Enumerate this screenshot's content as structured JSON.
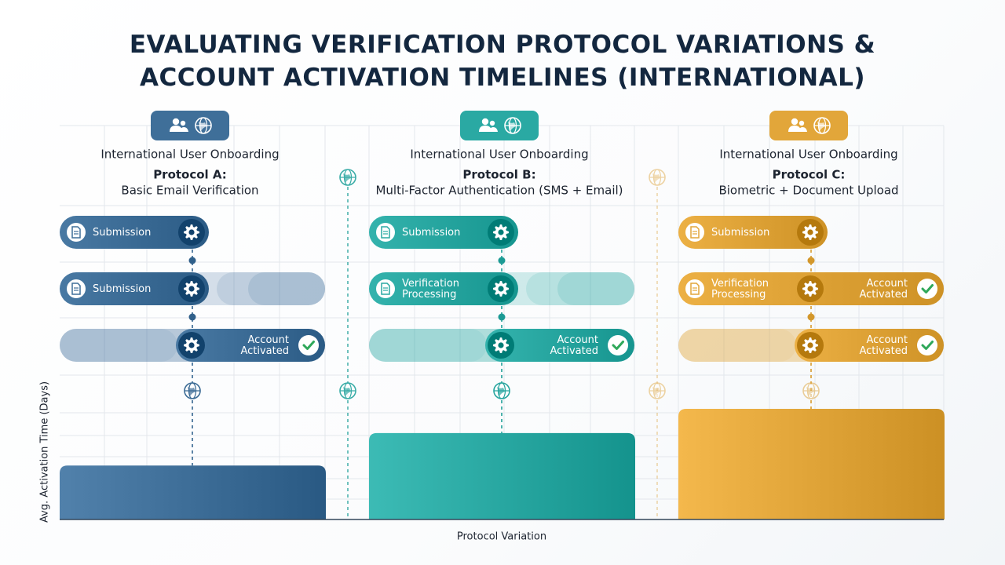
{
  "title": {
    "line1": "EVALUATING VERIFICATION PROTOCOL VARIATIONS &",
    "line2": "ACCOUNT ACTIVATION TIMELINES (INTERNATIONAL)"
  },
  "colors": {
    "protocol_a": "#3f6f99",
    "protocol_b": "#2aa9a3",
    "protocol_c": "#e2a63a",
    "text": "#1d2430",
    "grid": "#e3e7ec"
  },
  "icons": {
    "header_badge": [
      "users-icon",
      "globe-icon"
    ],
    "step": [
      "document-icon",
      "gear-icon",
      "check-icon"
    ],
    "connector": "globe-icon"
  },
  "protocols": [
    {
      "header": "International User Onboarding",
      "name": "Protocol A:",
      "method": "Basic Email Verification",
      "steps": [
        {
          "label": "Submission",
          "align": "left"
        },
        {
          "label": "Submission",
          "align": "left"
        },
        {
          "label": "Account\nActivated",
          "align": "right"
        }
      ]
    },
    {
      "header": "International User Onboarding",
      "name": "Protocol B:",
      "method": "Multi-Factor Authentication (SMS + Email)",
      "steps": [
        {
          "label": "Submission",
          "align": "left"
        },
        {
          "label": "Verification\nProcessing",
          "align": "left"
        },
        {
          "label": "Account\nActivated",
          "align": "right"
        }
      ]
    },
    {
      "header": "International User Onboarding",
      "name": "Protocol C:",
      "method": "Biometric + Document Upload",
      "steps": [
        {
          "label": "Submission",
          "align": "left"
        },
        {
          "label": "Verification\nProcessing",
          "align": "left",
          "extra": "Account\nActivated"
        },
        {
          "label": "Account\nActivated",
          "align": "right"
        }
      ]
    }
  ],
  "chart_data": {
    "type": "bar",
    "title": "EVALUATING VERIFICATION PROTOCOL VARIATIONS & ACCOUNT ACTIVATION TIMELINES (INTERNATIONAL)",
    "categories": [
      "Protocol A",
      "Protocol B",
      "Protocol C"
    ],
    "values": [
      1.0,
      1.6,
      2.05
    ],
    "xlabel": "Protocol Variation",
    "ylabel": "Avg. Activation Time (Days)",
    "ylim": [
      0,
      2.5
    ],
    "grid": true,
    "legend": "none",
    "tick_labels_shown": false
  }
}
